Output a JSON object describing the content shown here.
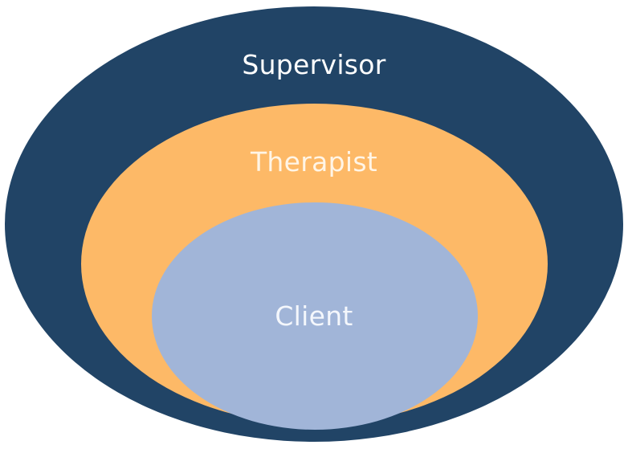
{
  "rings": [
    {
      "id": "outer",
      "label": "Supervisor",
      "fill": "#214466",
      "text_color": "#ffffff"
    },
    {
      "id": "middle",
      "label": "Therapist",
      "fill": "#fdb967",
      "text_color": "#fff5e6"
    },
    {
      "id": "inner",
      "label": "Client",
      "fill": "#a1b5d8",
      "text_color": "#f4f7fc"
    }
  ]
}
